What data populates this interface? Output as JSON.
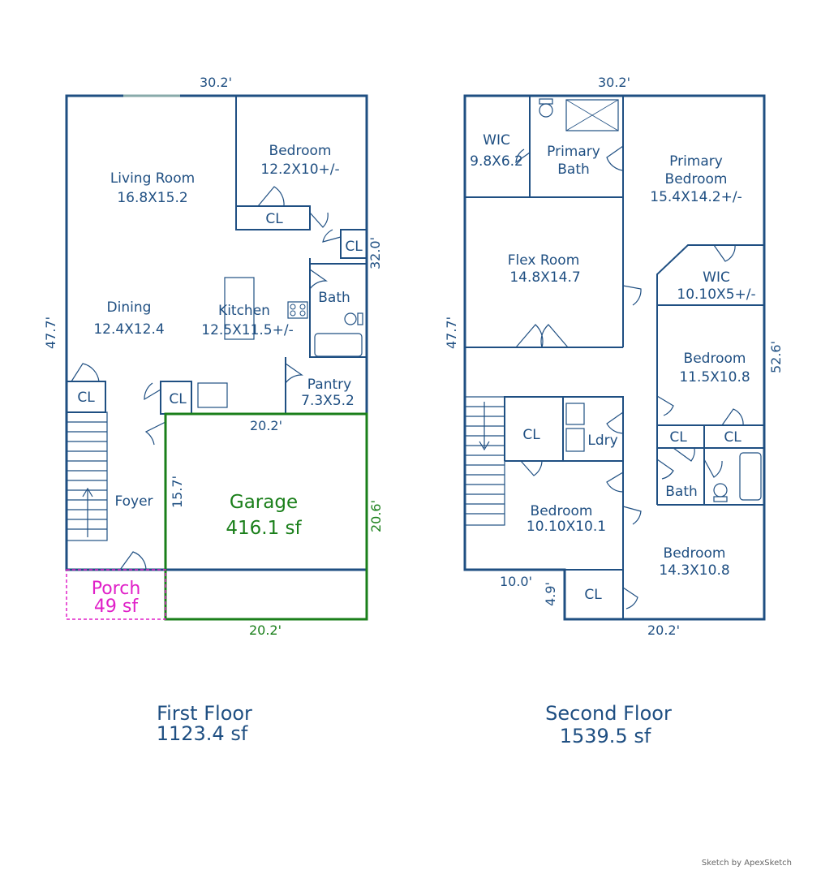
{
  "colors": {
    "wall": "#1f4f82",
    "garage": "#1a7f1a",
    "porch": "#e020c8",
    "text": "#1f4f82"
  },
  "first_floor": {
    "title": "First Floor",
    "area": "1123.4 sf",
    "dims": {
      "top": "30.2'",
      "left": "47.7'",
      "right": "32.0'",
      "garage_top": "20.2'",
      "garage_left": "15.7'",
      "garage_right": "20.6'",
      "garage_bottom": "20.2'"
    },
    "rooms": {
      "bedroom": {
        "name": "Bedroom",
        "size": "12.2X10+/-"
      },
      "living_room": {
        "name": "Living Room",
        "size": "16.8X15.2"
      },
      "bedroom_closet": "CL",
      "hall_closet": "CL",
      "bath": "Bath",
      "dining": {
        "name": "Dining",
        "size": "12.4X12.4"
      },
      "kitchen": {
        "name": "Kitchen",
        "size": "12.5X11.5+/-"
      },
      "pantry": {
        "name": "Pantry",
        "size": "7.3X5.2"
      },
      "foyer_closet": "CL",
      "kitchen_closet": "CL",
      "foyer": "Foyer",
      "garage": {
        "name": "Garage",
        "area": "416.1 sf"
      },
      "porch": {
        "name": "Porch",
        "area": "49 sf"
      }
    }
  },
  "second_floor": {
    "title": "Second Floor",
    "area": "1539.5 sf",
    "dims": {
      "top": "30.2'",
      "left": "47.7'",
      "right": "52.6'",
      "bottom": "20.2'",
      "notch_width": "10.0'",
      "notch_height": "4.9'"
    },
    "rooms": {
      "wic_primary": {
        "name": "WIC",
        "size": "9.8X6.2"
      },
      "primary_bath": {
        "name": "Primary",
        "name2": "Bath"
      },
      "primary_bedroom": {
        "name": "Primary",
        "name2": "Bedroom",
        "size": "15.4X14.2+/-"
      },
      "flex_room": {
        "name": "Flex Room",
        "size": "14.8X14.7"
      },
      "wic_2": {
        "name": "WIC",
        "size": "10.10X5+/-"
      },
      "bedroom_2": {
        "name": "Bedroom",
        "size": "11.5X10.8"
      },
      "closet_laundry": "CL",
      "laundry": "Ldry",
      "closet_bath_1": "CL",
      "closet_bath_2": "CL",
      "bath": "Bath",
      "bedroom_3": {
        "name": "Bedroom",
        "size": "10.10X10.1"
      },
      "bedroom_4": {
        "name": "Bedroom",
        "size": "14.3X10.8"
      },
      "closet_notch": "CL"
    }
  },
  "credit": "Sketch by ApexSketch"
}
